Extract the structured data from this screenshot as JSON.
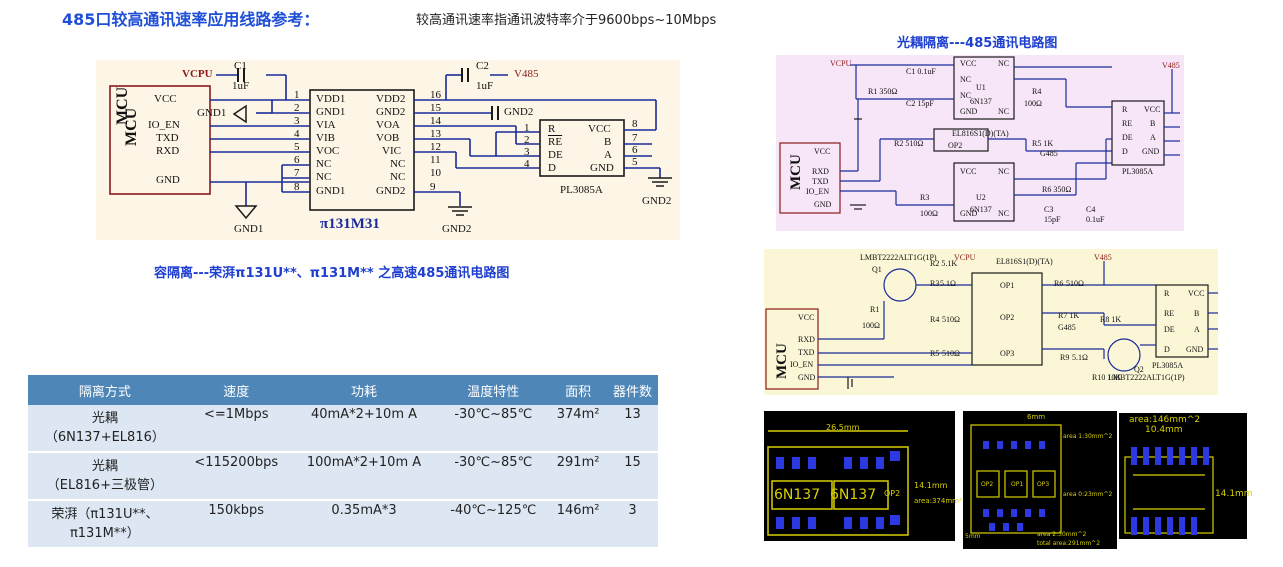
{
  "header": {
    "title": "485口较高通讯速率应用线路参考：",
    "subtitle": "较高通讯速率指通讯波特率介于9600bps~10Mbps"
  },
  "captions": {
    "capacitive": "容隔离---荣湃π131U**、π131M** 之高速485通讯电路图",
    "optocoupler": "光耦隔离---485通讯电路图"
  },
  "schematic_main": {
    "mcu": "MCU",
    "mcu_pins": [
      "VCC",
      "IO_EN",
      "TXD",
      "RXD",
      "GND"
    ],
    "vcpu": "VCPU",
    "c1": "C1",
    "c1_val": "1uF",
    "c2": "C2",
    "c2_val": "1uF",
    "v485": "V485",
    "gnd1": "GND1",
    "gnd2": "GND2",
    "iso_name": "π131M31",
    "iso_left": [
      "VDD1",
      "GND1",
      "VIA",
      "VIB",
      "VOC",
      "NC",
      "NC",
      "GND1"
    ],
    "iso_right": [
      "VDD2",
      "GND2",
      "VOA",
      "VOB",
      "VIC",
      "NC",
      "NC",
      "GND2"
    ],
    "iso_left_nums": [
      "1",
      "2",
      "3",
      "4",
      "5",
      "6",
      "7",
      "8"
    ],
    "iso_right_nums": [
      "16",
      "15",
      "14",
      "13",
      "12",
      "11",
      "10",
      "9"
    ],
    "xcvr_name": "PL3085A",
    "xcvr_left": [
      "R",
      "RE",
      "DE",
      "D"
    ],
    "xcvr_right": [
      "VCC",
      "B",
      "A",
      "GND"
    ],
    "xcvr_left_nums": [
      "1",
      "2",
      "3",
      "4"
    ],
    "xcvr_right_nums": [
      "8",
      "7",
      "6",
      "5"
    ],
    "gnd1_bottom": "GND1",
    "gnd2_bottom": "GND2",
    "gnd2_right": "GND2"
  },
  "schematic_opto1": {
    "vcpu": "VCPU",
    "v485": "V485",
    "mcu": "MCU",
    "mcu_pins": [
      "VCC",
      "RXD",
      "TXD",
      "IO_EN",
      "GND"
    ],
    "u1": "U1",
    "u2": "U2",
    "u1_name": "6N137",
    "u2_name": "6N137",
    "opto_pins_l": [
      "VCC",
      "NC",
      "NC",
      "GND"
    ],
    "opto_pins_r": [
      "NC",
      "NC",
      "NC",
      "NC"
    ],
    "r1": "R1 350Ω",
    "r2": "R2 510Ω",
    "r3": "R3",
    "r3_val": "100Ω",
    "r4": "R4",
    "r4_val": "100Ω",
    "r5": "R5 1K",
    "r6": "R6 350Ω",
    "c1": "C1 0.1uF",
    "c2": "C2 15pF",
    "c3": "C3",
    "c3_val": "15pF",
    "c4": "C4",
    "c4_val": "0.1uF",
    "op2": "OP2",
    "el816": "EL816S1(D)(TA)",
    "g485": "G485",
    "xcvr_name": "PL3085A",
    "xcvr_left": [
      "R",
      "RE",
      "DE",
      "D"
    ],
    "xcvr_right": [
      "VCC",
      "B",
      "A",
      "GND"
    ]
  },
  "schematic_opto2": {
    "lmbt": "LMBT2222ALT1G(1P)",
    "lmbt2": "LMBT2222ALT1G(1P)",
    "q1": "Q1",
    "q2": "Q2",
    "el816": "EL816S1(D)(TA)",
    "vcpu": "VCPU",
    "v485": "V485",
    "mcu": "MCU",
    "mcu_pins": [
      "VCC",
      "RXD",
      "TXD",
      "IO_EN",
      "GND"
    ],
    "r1": "R1",
    "r1_val": "100Ω",
    "r2": "R2 5.1K",
    "r3": "R3",
    "r3_val": "5.1Ω",
    "r4": "R4",
    "r4_val": "510Ω",
    "r5": "R5",
    "r5_val": "510Ω",
    "r6": "R6",
    "r6_val": "510Ω",
    "r7": "R7 1K",
    "r8": "R8 1K",
    "r9": "R9",
    "r9_val": "5.1Ω",
    "r10": "R10 10K",
    "op1": "OP1",
    "op2": "OP2",
    "op3": "OP3",
    "g485": "G485",
    "xcvr_name": "PL3085A",
    "xcvr_left": [
      "R",
      "RE",
      "DE",
      "D"
    ],
    "xcvr_right": [
      "VCC",
      "B",
      "A",
      "GND"
    ]
  },
  "table": {
    "headers": [
      "隔离方式",
      "速度",
      "功耗",
      "温度特性",
      "面积",
      "器件数"
    ],
    "rows": [
      {
        "type": "光耦",
        "type_sub": "（6N137+EL816）",
        "speed": "<=1Mbps",
        "power": "40mA*2+10m A",
        "temp": "-30℃~85℃",
        "area": "374",
        "area_unit": "m²",
        "count": "13"
      },
      {
        "type": "光耦",
        "type_sub": "（EL816+三极管）",
        "speed": "<115200bps",
        "power": "100mA*2+10m A",
        "temp": "-30℃~85℃",
        "area": "291",
        "area_unit": "m²",
        "count": "15"
      },
      {
        "type": "荣湃（π131U**、",
        "type_sub": "π131M**）",
        "speed": "150kbps",
        "power": "0.35mA*3",
        "temp": "-40℃~125℃",
        "area": "146",
        "area_unit": "m²",
        "count": "3"
      }
    ]
  },
  "pcb": {
    "p1_dim": "26.5mm",
    "p1_h": "14.1mm",
    "p1_area": "area:374mm²",
    "p1_chip1": "6N137",
    "p1_chip2": "6N137",
    "p1_op2": "OP2",
    "p2_dim": "6mm",
    "p2_area1": "area 1:30mm^2",
    "p2_area0": "area 0:23mm^2",
    "p2_area2": "area 2:30mm^2",
    "p2_total": "total area:291mm^2",
    "p2_op1": "OP1",
    "p2_op2": "OP2",
    "p2_op3": "OP3",
    "p2_5mm": "5mm",
    "p3_area": "area:146mm^2",
    "p3_w": "10.4mm",
    "p3_h": "14.1mm"
  }
}
